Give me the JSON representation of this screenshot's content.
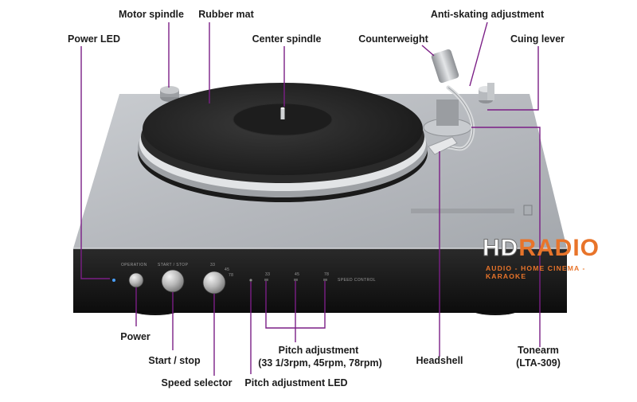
{
  "labels": {
    "motor_spindle": "Motor spindle",
    "rubber_mat": "Rubber mat",
    "power_led": "Power LED",
    "center_spindle": "Center spindle",
    "anti_skating": "Anti-skating adjustment",
    "counterweight": "Counterweight",
    "cuing_lever": "Cuing lever",
    "power": "Power",
    "start_stop": "Start / stop",
    "speed_selector": "Speed selector",
    "pitch_adjustment": "Pitch adjustment",
    "pitch_adjustment_values": "(33 1/3rpm, 45rpm, 78rpm)",
    "pitch_led": "Pitch adjustment LED",
    "headshell": "Headshell",
    "tonearm": "Tonearm",
    "tonearm_model": "(LTA-309)"
  },
  "panel": {
    "operation": "OPERATION",
    "start_stop": "START / STOP",
    "speed_33": "33",
    "speed_45": "45",
    "speed_78": "78",
    "pitch_33": "33",
    "pitch_45": "45",
    "pitch_78": "78",
    "speed_control": "SPEED CONTROL"
  },
  "watermark": {
    "hd": "HD",
    "radio": "RADIO",
    "tagline": "AUDIO - HOME CINEMA - KARAOKE"
  },
  "colors": {
    "callout_line": "#7b1e86",
    "label_text": "#1c1c1c",
    "watermark_accent": "#e8742a",
    "plinth_top": "#b9bcc0",
    "front_panel": "#141414",
    "platter_mat": "#232323"
  }
}
